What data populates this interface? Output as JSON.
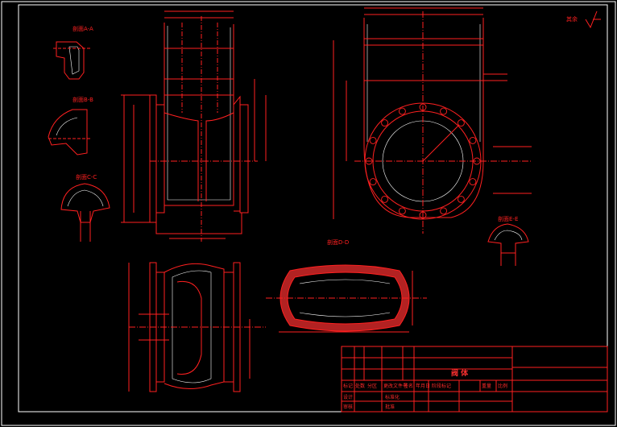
{
  "drawing": {
    "part_title": "阀  体",
    "roughness_note": "其余",
    "section_labels": {
      "a": "剖面A-A",
      "b": "剖面B-B",
      "c": "剖面C-C",
      "d": "剖面D-D",
      "e": "剖面E-E"
    },
    "title_block": {
      "row1": [
        "标记",
        "处数",
        "分区",
        "更改文件号",
        "签名",
        "年月日"
      ],
      "row2": [
        "设计",
        "",
        "标准化",
        "",
        "阶段标记",
        "重量",
        "比例"
      ],
      "row3": [
        "审核"
      ],
      "row4": [
        "工艺",
        "",
        "批准"
      ]
    }
  },
  "colors": {
    "line": "#ff2020",
    "background": "#000000",
    "frame": "#ffffff"
  }
}
